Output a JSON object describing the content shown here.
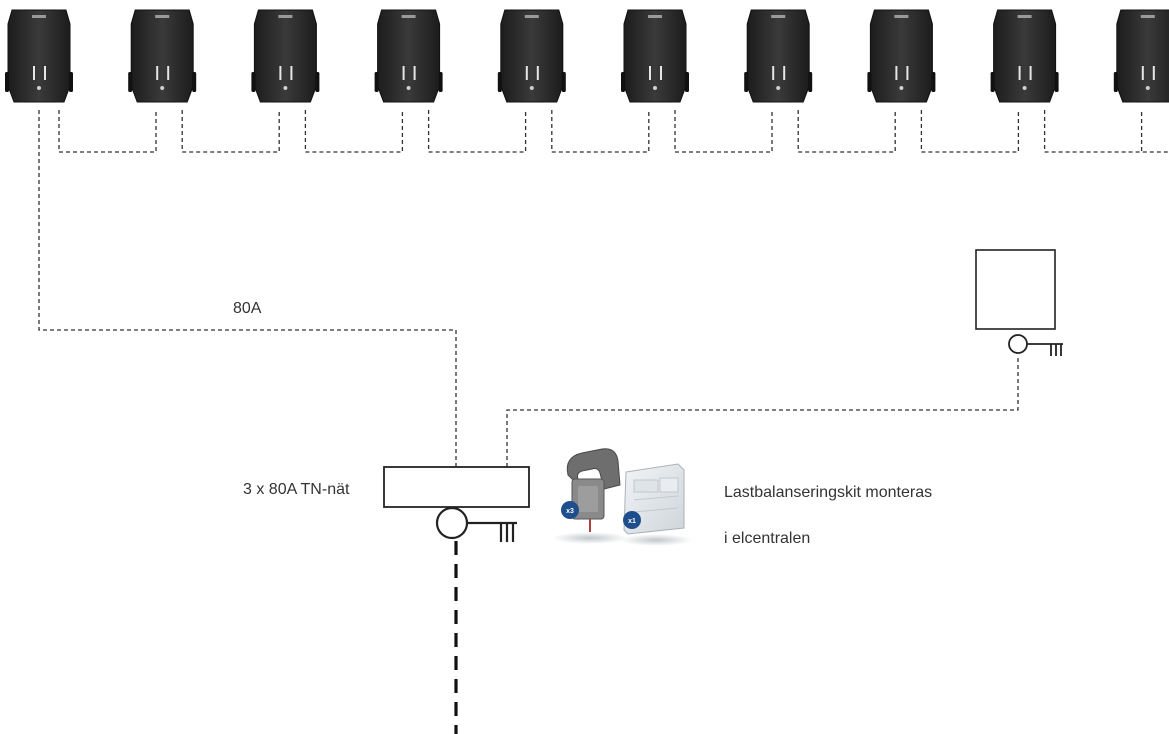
{
  "diagram": {
    "charger_count": 10,
    "labels": {
      "feeder_current": "80A",
      "grid_supply": "3 x 80A TN-nät",
      "kit_line1": "Lastbalanseringskit monteras",
      "kit_line2": "i elcentralen"
    },
    "kit": {
      "ct_clamp_qty": "x3",
      "meter_qty": "x1"
    },
    "colors": {
      "charger_body": "#2b2b2b",
      "line": "#333333",
      "badge": "#1f4e8c"
    }
  }
}
